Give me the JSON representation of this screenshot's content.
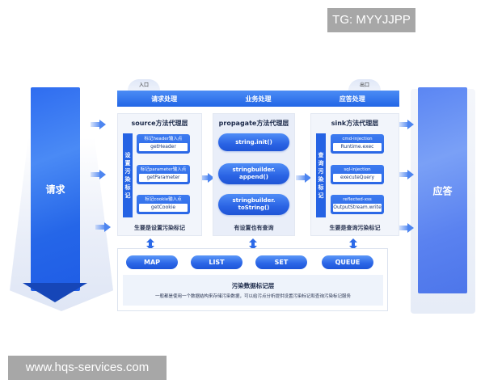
{
  "watermarks": {
    "top_right": "TG: MYYJJPP",
    "bottom_left": "www.hqs-services.com"
  },
  "pillars": {
    "left_label": "请求",
    "right_label": "应答"
  },
  "tabs": {
    "entry": "入口",
    "exit": "出口"
  },
  "header": {
    "cells": [
      "请求处理",
      "业务处理",
      "应答处理"
    ]
  },
  "source_column": {
    "title": "source方法代理层",
    "vertical_label": [
      "设",
      "置",
      "污",
      "染",
      "标",
      "记"
    ],
    "cards": [
      {
        "title": "标记header输入点",
        "value": "getHeader"
      },
      {
        "title": "标记parameter输入点",
        "value": "getParameter"
      },
      {
        "title": "标记cookie输入点",
        "value": "getCookie"
      }
    ],
    "footer": "生要是设置污染标记"
  },
  "propagate_column": {
    "title": "propagate方法代理层",
    "pills": [
      {
        "line1": "string.init()",
        "line2": ""
      },
      {
        "line1": "stringbuilder.",
        "line2": "append()"
      },
      {
        "line1": "stringbuilder.",
        "line2": "toString()"
      }
    ],
    "footer": "有设置也有查询"
  },
  "sink_column": {
    "title": "sink方法代理层",
    "vertical_label": [
      "查",
      "询",
      "污",
      "染",
      "标",
      "记"
    ],
    "cards": [
      {
        "title": "cmd-injection",
        "value": "Runtime.exec"
      },
      {
        "title": "sql-injection",
        "value": "executeQuery"
      },
      {
        "title": "reflected-xss",
        "value": "OutputStream.write"
      }
    ],
    "footer": "生要是查询污染标记"
  },
  "data_layer": {
    "structures": [
      "MAP",
      "LIST",
      "SET",
      "QUEUE"
    ],
    "title": "污染数据标记层",
    "description": "一般都是使用一个数据结构来存储污染数据，可以给污点分析提供设置污染标记和查询污染标记服务"
  },
  "colors": {
    "primary_blue": "#2563e4",
    "header_blue": "#3a7bef",
    "panel_bg": "#f2f5fb",
    "right_pillar": "#5b86f3",
    "watermark_bg": "#a7a7a7"
  }
}
